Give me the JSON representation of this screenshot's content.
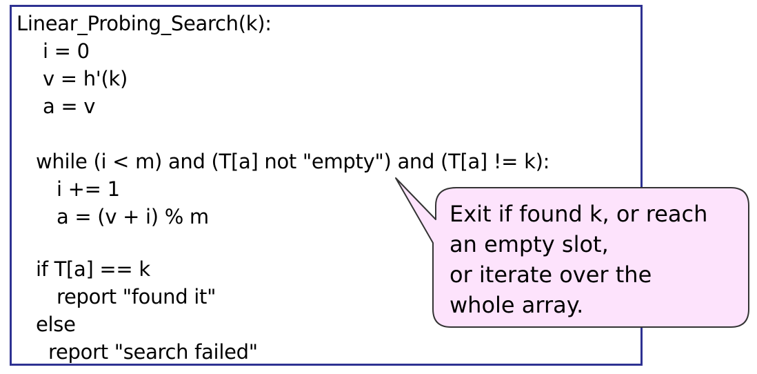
{
  "code": {
    "lines": [
      "Linear_Probing_Search(k):",
      "i = 0",
      "v = h'(k)",
      "a = v",
      "while (i < m) and (T[a] not \"empty\") and (T[a] != k):",
      "i += 1",
      "a = (v + i) % m",
      "if T[a] == k",
      "report \"found it\"",
      "else",
      "report \"search failed\""
    ]
  },
  "callout": {
    "lines": [
      "Exit if found k, or reach",
      "an empty slot,",
      "or iterate over the",
      "whole array."
    ],
    "fill": "#fde3fc",
    "stroke": "#333333"
  },
  "colors": {
    "border": "#2e3192"
  }
}
